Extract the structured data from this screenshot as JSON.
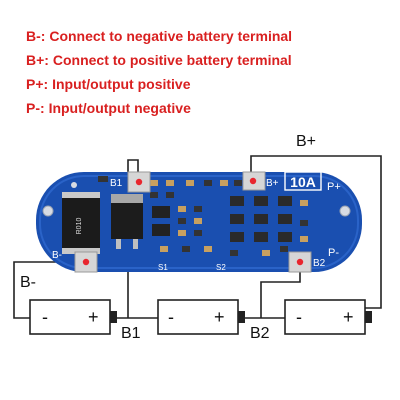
{
  "legend": [
    {
      "key": "B-",
      "desc": "Connect to negative battery terminal"
    },
    {
      "key": "B+",
      "desc": "Connect to positive battery terminal"
    },
    {
      "key": "P+",
      "desc": "Input/output positive"
    },
    {
      "key": "P-",
      "desc": "Input/output negative"
    }
  ],
  "labels": {
    "b_plus": "B+",
    "b_minus": "B-",
    "b1": "B1",
    "b2": "B2"
  },
  "board": {
    "current_rating": "10A",
    "pad_b1": "B1",
    "pad_b_plus": "B+",
    "pad_b_minus": "B-",
    "pad_b2": "B2",
    "pad_p_plus": "P+",
    "pad_p_minus": "P-",
    "resistor_marking": "R010",
    "silk_s1": "S1",
    "silk_s2": "S2"
  },
  "batteries": [
    {
      "minus": "-",
      "plus": "+"
    },
    {
      "minus": "-",
      "plus": "+"
    },
    {
      "minus": "-",
      "plus": "+"
    }
  ],
  "colors": {
    "legend_text": "#d92020",
    "board": "#1a4fb0",
    "pad_marker": "#e8262e",
    "wire": "#222222"
  }
}
